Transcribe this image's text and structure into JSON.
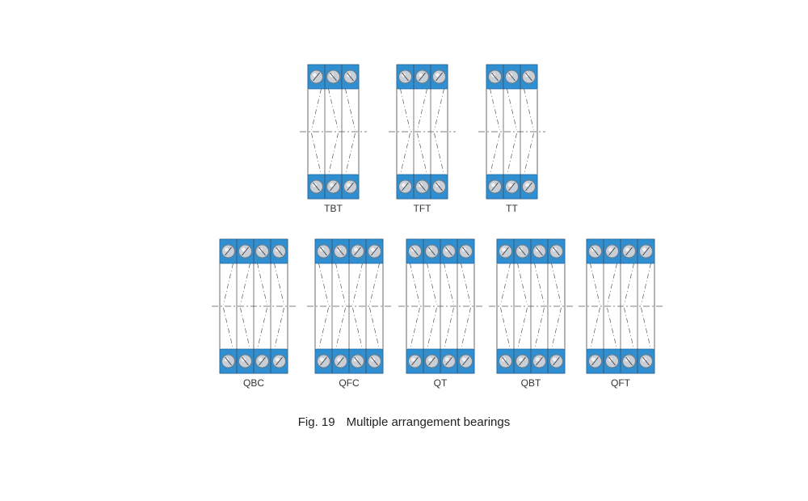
{
  "figure": {
    "number": "Fig. 19",
    "caption": "Multiple arrangement bearings"
  },
  "colors": {
    "ring_blue": "#2f8fd1",
    "ring_edge": "#1f6aa5",
    "ball_fill": "#c9cfd6",
    "ball_edge": "#6f7a85",
    "line": "#444444"
  },
  "rows": [
    {
      "bearings": [
        {
          "label": "TBT",
          "contact": [
            "L",
            "R",
            "R"
          ]
        },
        {
          "label": "TFT",
          "contact": [
            "R",
            "L",
            "L"
          ]
        },
        {
          "label": "TT",
          "contact": [
            "R",
            "R",
            "R"
          ]
        }
      ]
    },
    {
      "bearings": [
        {
          "label": "QBC",
          "contact": [
            "L",
            "L",
            "R",
            "R"
          ]
        },
        {
          "label": "QFC",
          "contact": [
            "R",
            "R",
            "L",
            "L"
          ]
        },
        {
          "label": "QT",
          "contact": [
            "R",
            "R",
            "R",
            "R"
          ]
        },
        {
          "label": "QBT",
          "contact": [
            "L",
            "R",
            "R",
            "R"
          ]
        },
        {
          "label": "QFT",
          "contact": [
            "R",
            "L",
            "L",
            "L"
          ]
        }
      ]
    }
  ]
}
